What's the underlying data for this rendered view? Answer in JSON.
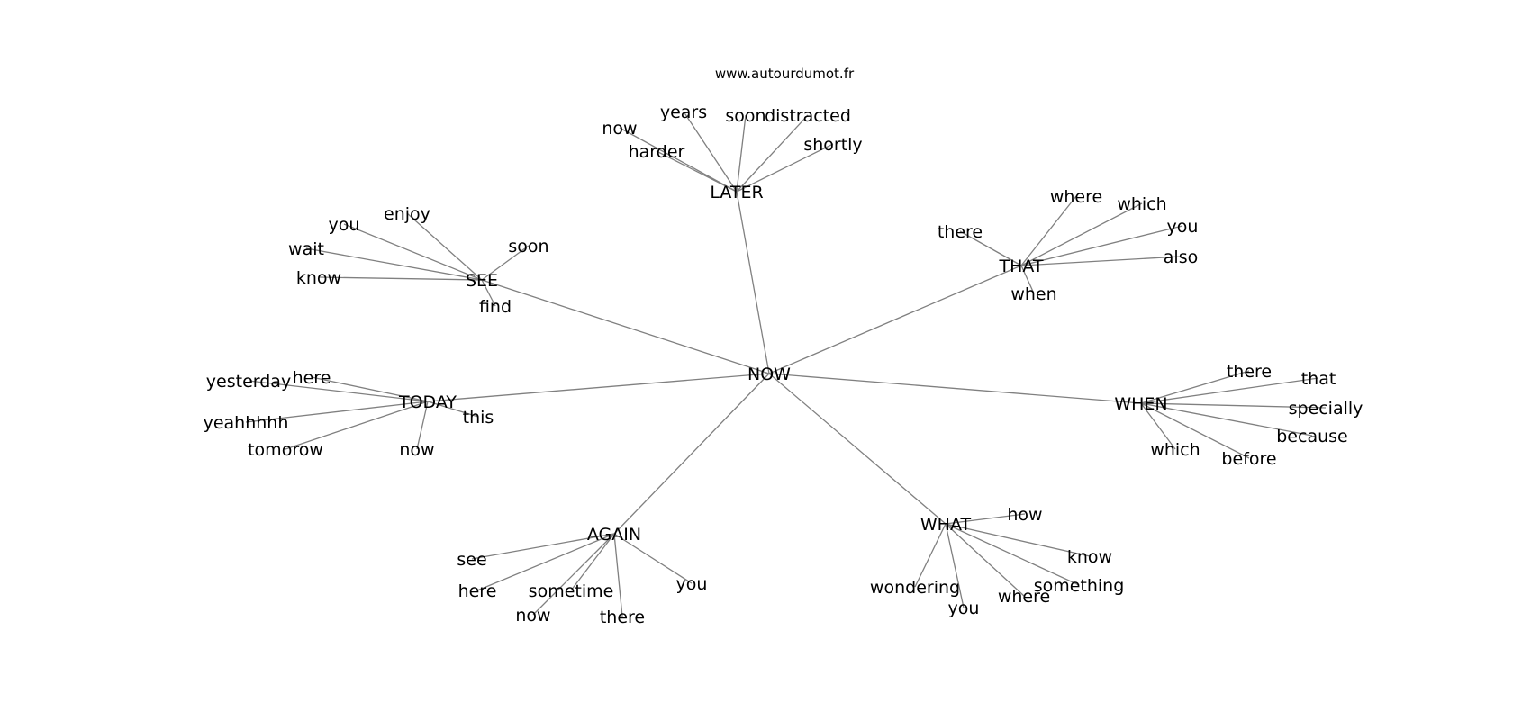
{
  "credit": "www.autourdumot.fr",
  "center": "NOW",
  "clusters": [
    {
      "hub": "LATER",
      "words": [
        "now",
        "harder",
        "years",
        "soon",
        "distracted",
        "shortly"
      ]
    },
    {
      "hub": "SEE",
      "words": [
        "you",
        "enjoy",
        "wait",
        "know",
        "soon",
        "find"
      ]
    },
    {
      "hub": "THAT",
      "words": [
        "there",
        "where",
        "which",
        "you",
        "also",
        "when"
      ]
    },
    {
      "hub": "TODAY",
      "words": [
        "yesterday",
        "here",
        "yeahhhhh",
        "tomorow",
        "now",
        "this"
      ]
    },
    {
      "hub": "WHEN",
      "words": [
        "there",
        "that",
        "specially",
        "because",
        "which",
        "before"
      ]
    },
    {
      "hub": "AGAIN",
      "words": [
        "see",
        "here",
        "sometime",
        "now",
        "there",
        "you"
      ]
    },
    {
      "hub": "WHAT",
      "words": [
        "how",
        "know",
        "something",
        "wondering",
        "you",
        "where"
      ]
    }
  ]
}
